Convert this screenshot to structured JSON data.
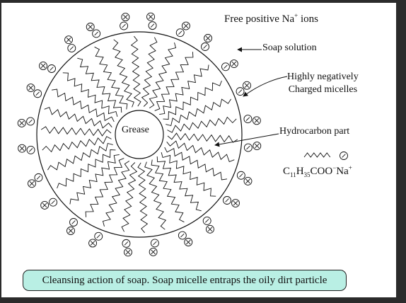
{
  "labels": {
    "free_ions_pre": "Free positive Na",
    "free_ions_sup": "+",
    "free_ions_post": " ions",
    "soap_solution": "Soap solution",
    "micelles_line1": "Highly negatively",
    "micelles_line2": "Charged micelles",
    "hydrocarbon": "Hydrocarbon part",
    "grease": "Grease",
    "formula_c": "C",
    "formula_c_sub": "11",
    "formula_h": "H",
    "formula_h_sub": "35",
    "formula_coo": "COO",
    "formula_sup_minus": "−",
    "formula_na": "Na",
    "formula_sup_plus": "+"
  },
  "caption": "Cleansing action of soap. Soap micelle entraps the oily dirt particle",
  "colors": {
    "caption_bg": "#b9efe4",
    "ink": "#111111"
  },
  "icons": {
    "cation": "circled-times",
    "anion": "circled-minus"
  }
}
